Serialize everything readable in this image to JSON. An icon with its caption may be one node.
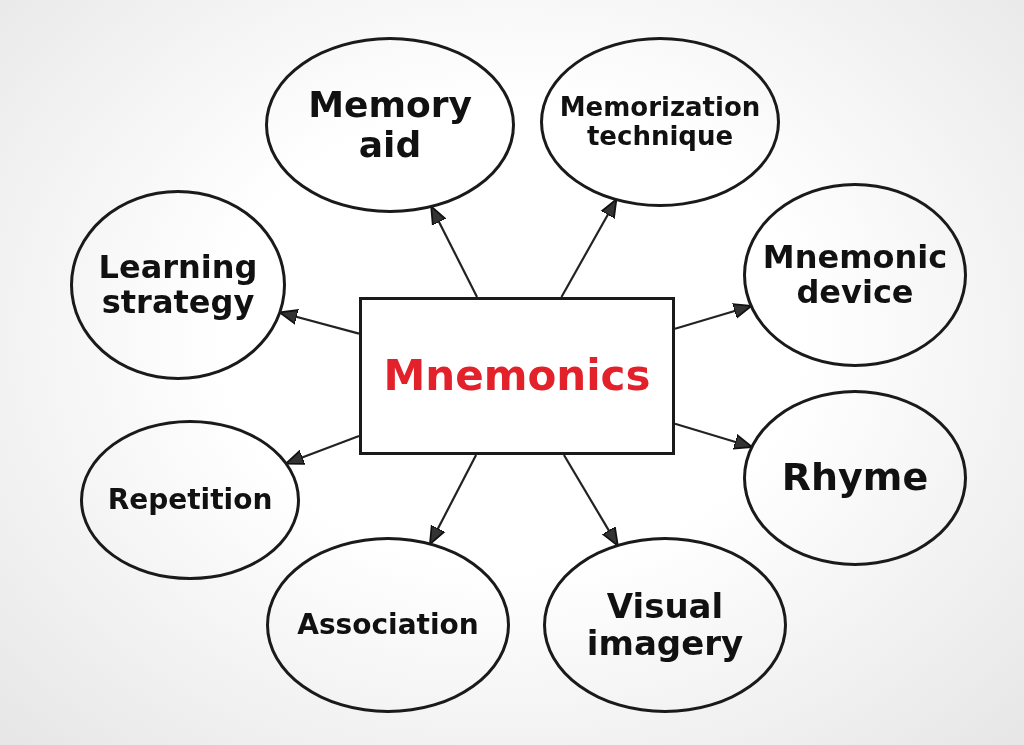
{
  "diagram": {
    "nodes": [
      {
        "text": [
          "Mnemonics"
        ]
      },
      {
        "text": [
          "Memory aid"
        ]
      },
      {
        "text": [
          "Memorization technique"
        ]
      },
      {
        "text": [
          "Learning strategy"
        ]
      },
      {
        "text": [
          "Mnemonic device"
        ]
      },
      {
        "text": [
          "Rhyme"
        ]
      },
      {
        "text": [
          "Repetition"
        ]
      },
      {
        "text": [
          "Association"
        ]
      },
      {
        "text": [
          "Visual imagery"
        ]
      }
    ],
    "edges": [
      {
        "from": 0,
        "to": 1,
        "arrow": "to"
      },
      {
        "from": 0,
        "to": 2,
        "arrow": "to"
      },
      {
        "from": 0,
        "to": 3,
        "arrow": "to"
      },
      {
        "from": 0,
        "to": 4,
        "arrow": "to"
      },
      {
        "from": 0,
        "to": 5,
        "arrow": "to"
      },
      {
        "from": 0,
        "to": 6,
        "arrow": "to"
      },
      {
        "from": 0,
        "to": 7,
        "arrow": "to"
      },
      {
        "from": 0,
        "to": 8,
        "arrow": "to"
      }
    ]
  }
}
